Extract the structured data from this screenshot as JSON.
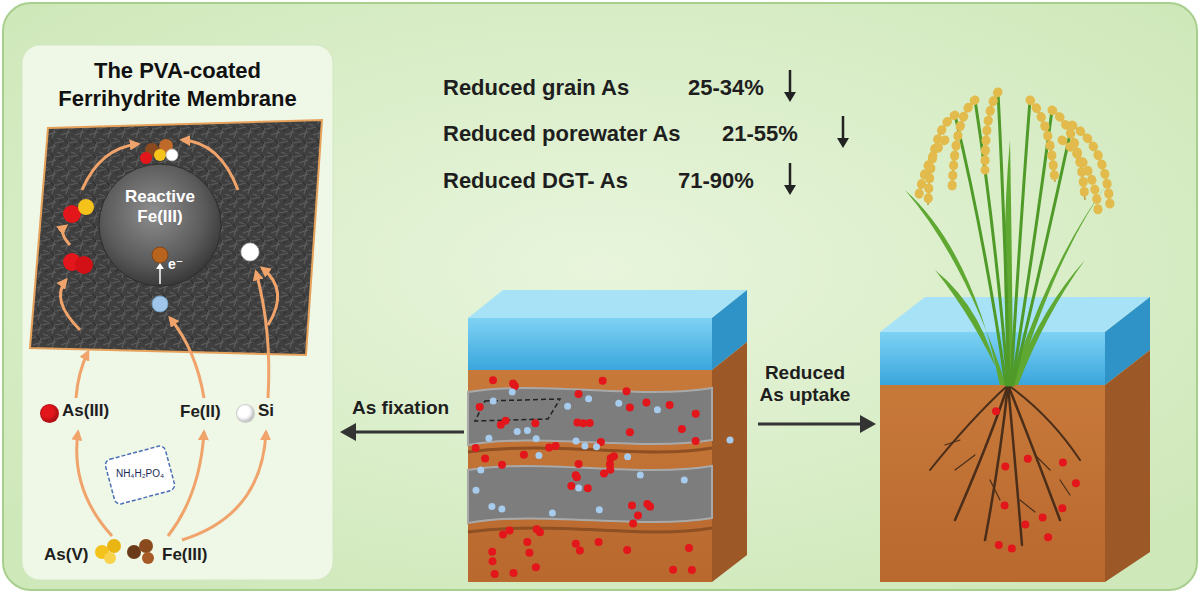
{
  "diagram": {
    "nodes": [
      {
        "text": [
          "The PVA-coated Ferrihydrite Membrane"
        ]
      },
      {
        "text": [
          "Reactive Fe(III)"
        ],
        "in": 0
      }
    ],
    "labels": [
      "Reduced grain As",
      "25-34%",
      "Reduced porewater As",
      "21-55%",
      "Reduced DGT- As",
      "71-90%",
      "As fixation",
      "Reduced As uptake",
      "e⁻",
      "As(V)",
      "Fe(III)",
      "NH₄H₂PO₄",
      "Fe(II)"
    ],
    "legend": [
      {
        "text": "As(III)",
        "color": "#e3161c"
      },
      {
        "text": "Si",
        "color": "#ffffff"
      }
    ]
  }
}
